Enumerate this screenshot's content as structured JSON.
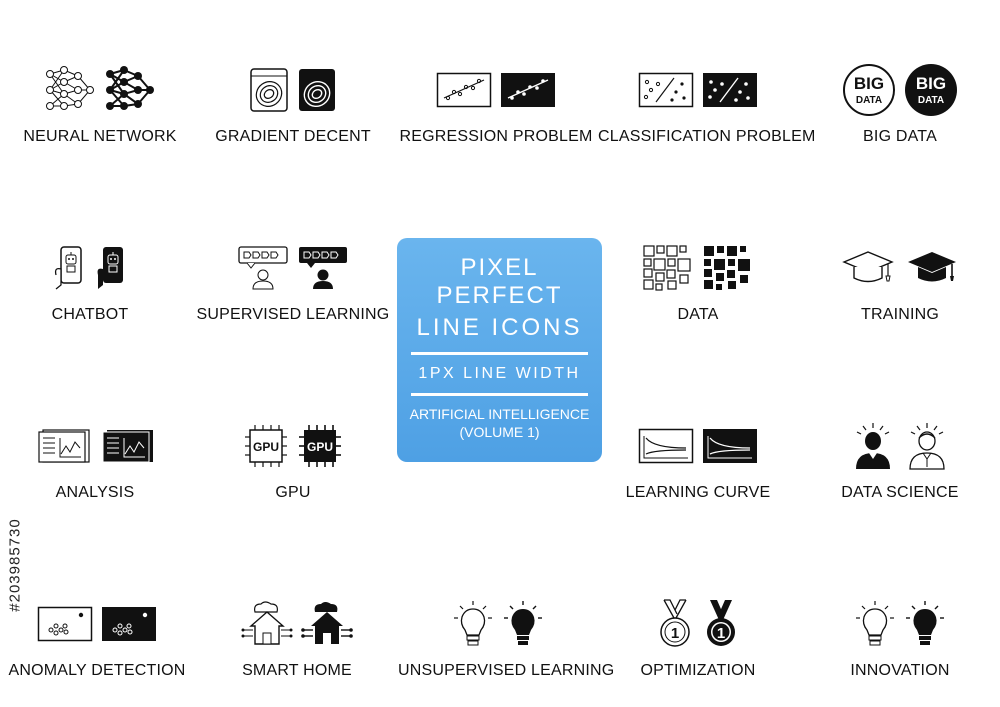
{
  "panel": {
    "line1": "PIXEL PERFECT",
    "line2": "LINE ICONS",
    "line3": "1PX LINE WIDTH",
    "line4": "ARTIFICIAL INTELLIGENCE",
    "line5": "(VOLUME 1)",
    "color": "#5aaaea"
  },
  "side_code": "#203985730",
  "icons": [
    {
      "label": "NEURAL NETWORK",
      "icon": "neural-network-icon"
    },
    {
      "label": "GRADIENT DECENT",
      "icon": "gradient-descent-icon"
    },
    {
      "label": "REGRESSION PROBLEM",
      "icon": "regression-chart-icon"
    },
    {
      "label": "CLASSIFICATION PROBLEM",
      "icon": "classification-chart-icon"
    },
    {
      "label": "BIG DATA",
      "icon": "big-data-badge-icon",
      "badge_top": "BIG",
      "badge_bottom": "DATA"
    },
    {
      "label": "CHATBOT",
      "icon": "chatbot-phone-icon"
    },
    {
      "label": "SUPERVISED LEARNING",
      "icon": "supervised-learning-icon"
    },
    {
      "label": "DATA",
      "icon": "data-grid-icon"
    },
    {
      "label": "TRAINING",
      "icon": "graduation-cap-icon"
    },
    {
      "label": "ANALYSIS",
      "icon": "analysis-document-icon"
    },
    {
      "label": "GPU",
      "icon": "gpu-chip-icon",
      "chip_text": "GPU"
    },
    {
      "label": "LEARNING CURVE",
      "icon": "learning-curve-icon"
    },
    {
      "label": "DATA SCIENCE",
      "icon": "data-scientist-icon"
    },
    {
      "label": "ANOMALY DETECTION",
      "icon": "anomaly-detection-icon"
    },
    {
      "label": "SMART HOME",
      "icon": "smart-home-icon"
    },
    {
      "label": "UNSUPERVISED LEARNING",
      "icon": "lightbulb-icon"
    },
    {
      "label": "OPTIMIZATION",
      "icon": "medal-icon",
      "medal_text": "1"
    },
    {
      "label": "INNOVATION",
      "icon": "lightbulb-icon"
    }
  ]
}
